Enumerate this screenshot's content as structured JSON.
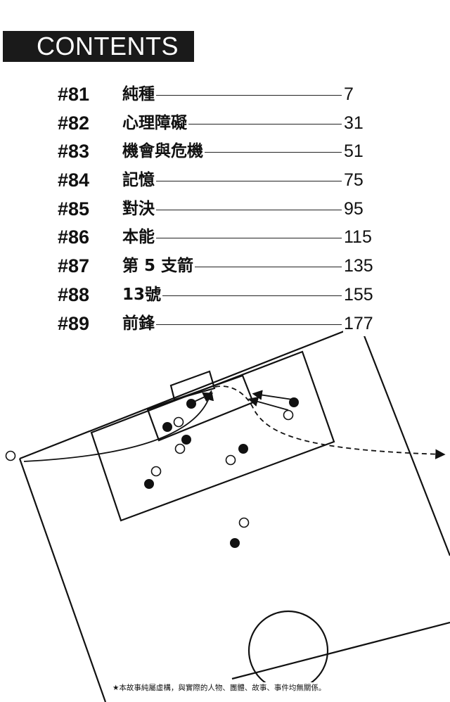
{
  "header": {
    "title": "CONTENTS"
  },
  "toc": [
    {
      "number": "#81",
      "title": "純種",
      "page": "7"
    },
    {
      "number": "#82",
      "title": "心理障礙",
      "page": "31"
    },
    {
      "number": "#83",
      "title": "機會與危機",
      "page": "51"
    },
    {
      "number": "#84",
      "title": "記憶",
      "page": "75"
    },
    {
      "number": "#85",
      "title": "對決",
      "page": "95"
    },
    {
      "number": "#86",
      "title": "本能",
      "page": "115"
    },
    {
      "number": "#87",
      "title": "第 5 支箭",
      "page": "135"
    },
    {
      "number": "#88",
      "title": "13號",
      "page": "155"
    },
    {
      "number": "#89",
      "title": "前鋒",
      "page": "177"
    }
  ],
  "footer": {
    "disclaimer": "★本故事純屬虛構，與實際的人物、團體、故事、事件均無關係。"
  }
}
